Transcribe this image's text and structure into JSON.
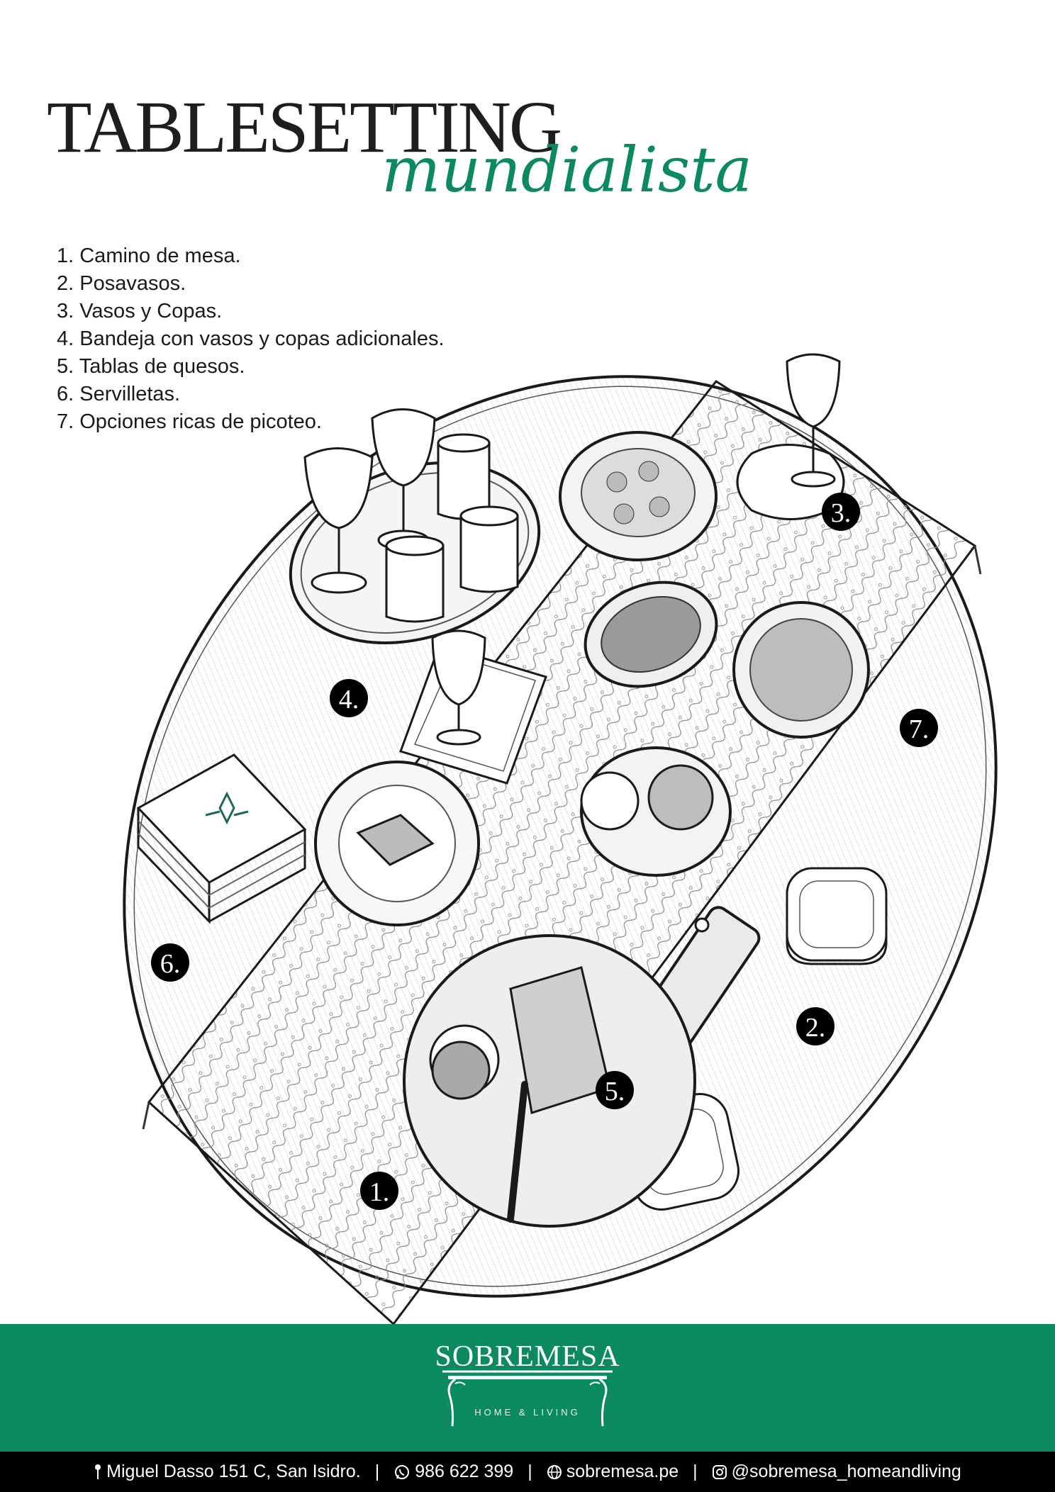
{
  "colors": {
    "brand": "#0b8a5f",
    "ink": "#1a1a1a",
    "contact_bg": "#000000"
  },
  "header": {
    "title": "TABLESETTING",
    "subtitle": "mundialista"
  },
  "legend": [
    "1. Camino de mesa.",
    "2. Posavasos.",
    "3. Vasos y Copas.",
    "4. Bandeja con vasos y copas adicionales.",
    "5. Tablas de quesos.",
    "6. Servilletas.",
    "7. Opciones ricas de picoteo."
  ],
  "callouts": [
    "1.",
    "2.",
    "3.",
    "4.",
    "5.",
    "6.",
    "7."
  ],
  "brand": {
    "name": "SOBREMESA",
    "tagline": "HOME & LIVING"
  },
  "contact": {
    "address": "Miguel Dasso 151 C, San Isidro.",
    "phone": "986 622 399",
    "website": "sobremesa.pe",
    "instagram": "@sobremesa_homeandliving",
    "separator": "|",
    "icons": [
      "location-pin-icon",
      "whatsapp-icon",
      "globe-icon",
      "instagram-icon"
    ]
  }
}
